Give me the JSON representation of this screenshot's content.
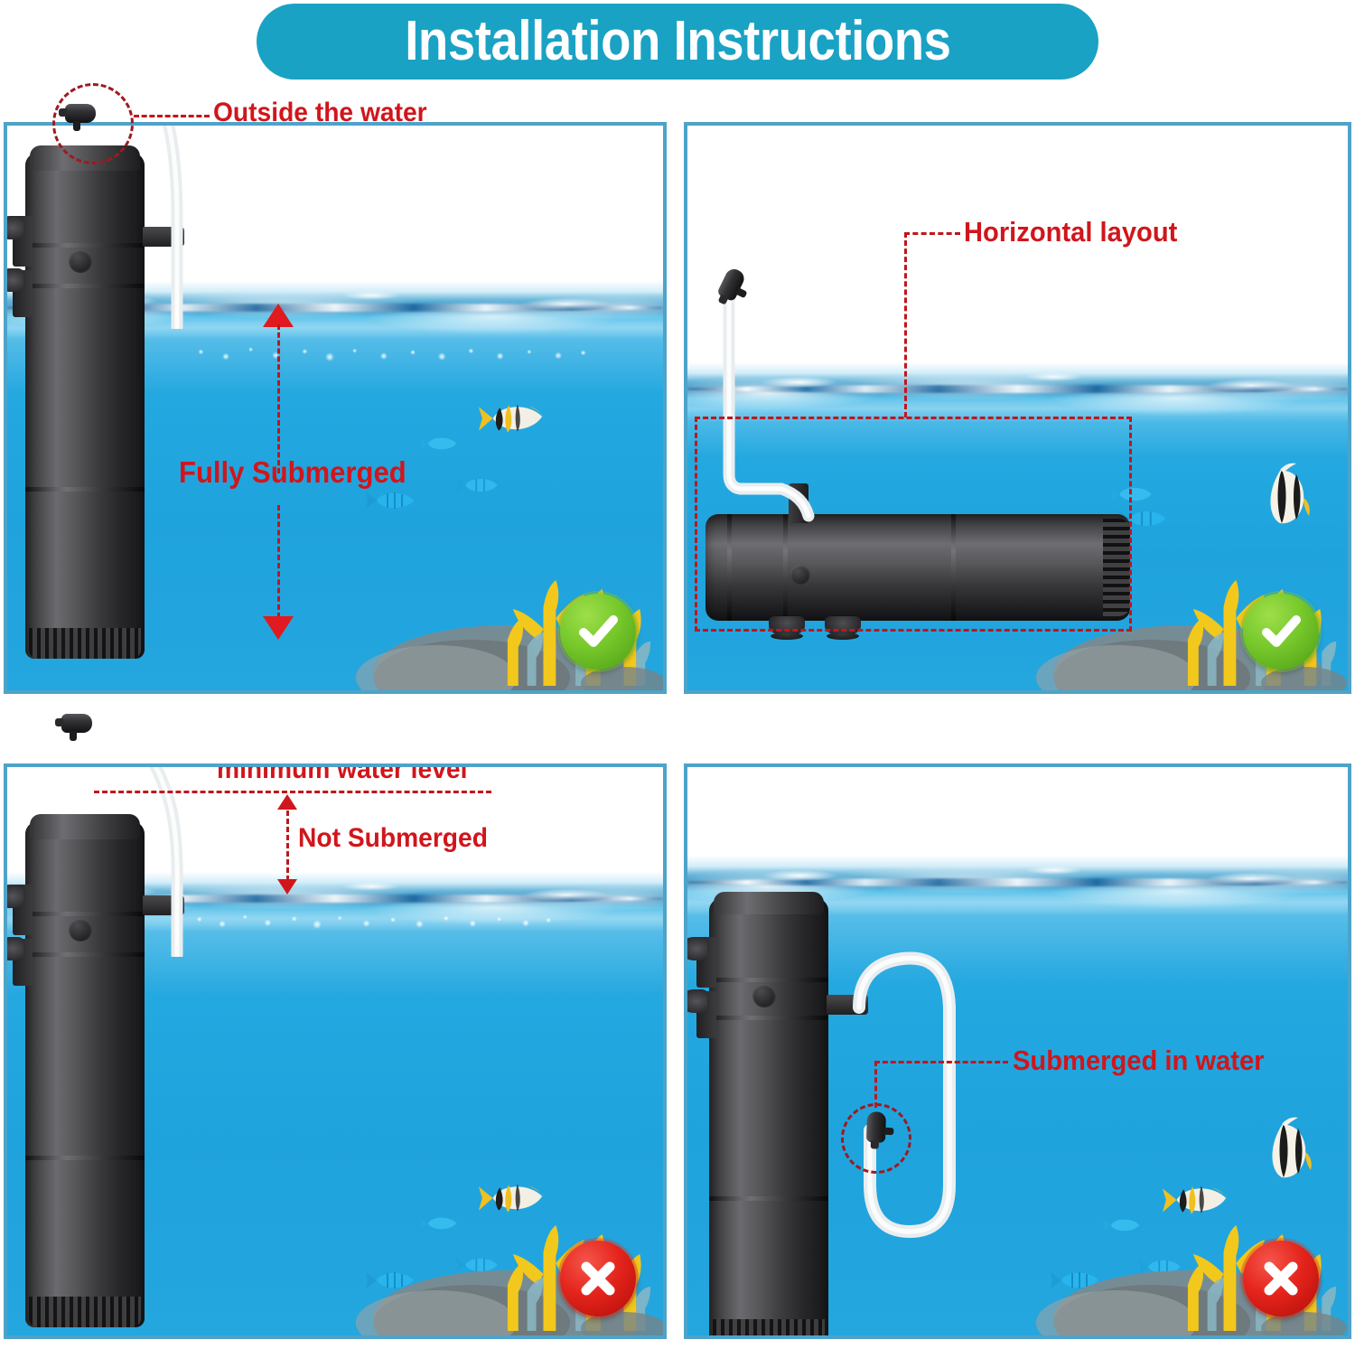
{
  "header": {
    "title": "Installation Instructions"
  },
  "colors": {
    "banner_bg": "#1aa2c4",
    "banner_text": "#ffffff",
    "annotation_red": "#d0161c",
    "dashed_red": "#c0161c",
    "panel_border": "#4ea3c8",
    "water_blue": "#24a8e0",
    "badge_ok_green": "#76c82b",
    "badge_no_red": "#e4241c",
    "device_black": "#2b2b2d"
  },
  "panels": [
    {
      "id": "top-left",
      "position": "top-left",
      "verdict": "correct",
      "verdict_icon": "check-icon",
      "annotations": [
        {
          "name": "outside-the-water-label",
          "text": "Outside the water"
        },
        {
          "name": "fully-submerged-label",
          "text": "Fully Submerged"
        }
      ],
      "device_orientation": "vertical",
      "markers": [
        "dashed-circle-around-air-valve",
        "double-headed-vertical-arrow"
      ]
    },
    {
      "id": "top-right",
      "position": "top-right",
      "verdict": "correct",
      "verdict_icon": "check-icon",
      "annotations": [
        {
          "name": "horizontal-layout-label",
          "text": "Horizontal layout"
        }
      ],
      "device_orientation": "horizontal",
      "markers": [
        "dashed-rectangle-around-device",
        "dashed-leader-line"
      ]
    },
    {
      "id": "bottom-left",
      "position": "bottom-left",
      "verdict": "incorrect",
      "verdict_icon": "cross-icon",
      "annotations": [
        {
          "name": "minimum-water-level-label",
          "text": "minimum water level"
        },
        {
          "name": "not-submerged-label",
          "text": "Not Submerged"
        }
      ],
      "device_orientation": "vertical",
      "markers": [
        "horizontal-dashed-level-line",
        "double-headed-vertical-arrow"
      ]
    },
    {
      "id": "bottom-right",
      "position": "bottom-right",
      "verdict": "incorrect",
      "verdict_icon": "cross-icon",
      "annotations": [
        {
          "name": "submerged-in-water-label",
          "text": "Submerged in water"
        }
      ],
      "device_orientation": "vertical",
      "markers": [
        "dashed-circle-around-air-valve",
        "dashed-leader-line",
        "u-shaped-tube"
      ]
    }
  ],
  "icons": {
    "check": "check-icon",
    "cross": "cross-icon",
    "air_valve": "air-valve-icon",
    "suction_cup": "suction-cup-icon"
  }
}
